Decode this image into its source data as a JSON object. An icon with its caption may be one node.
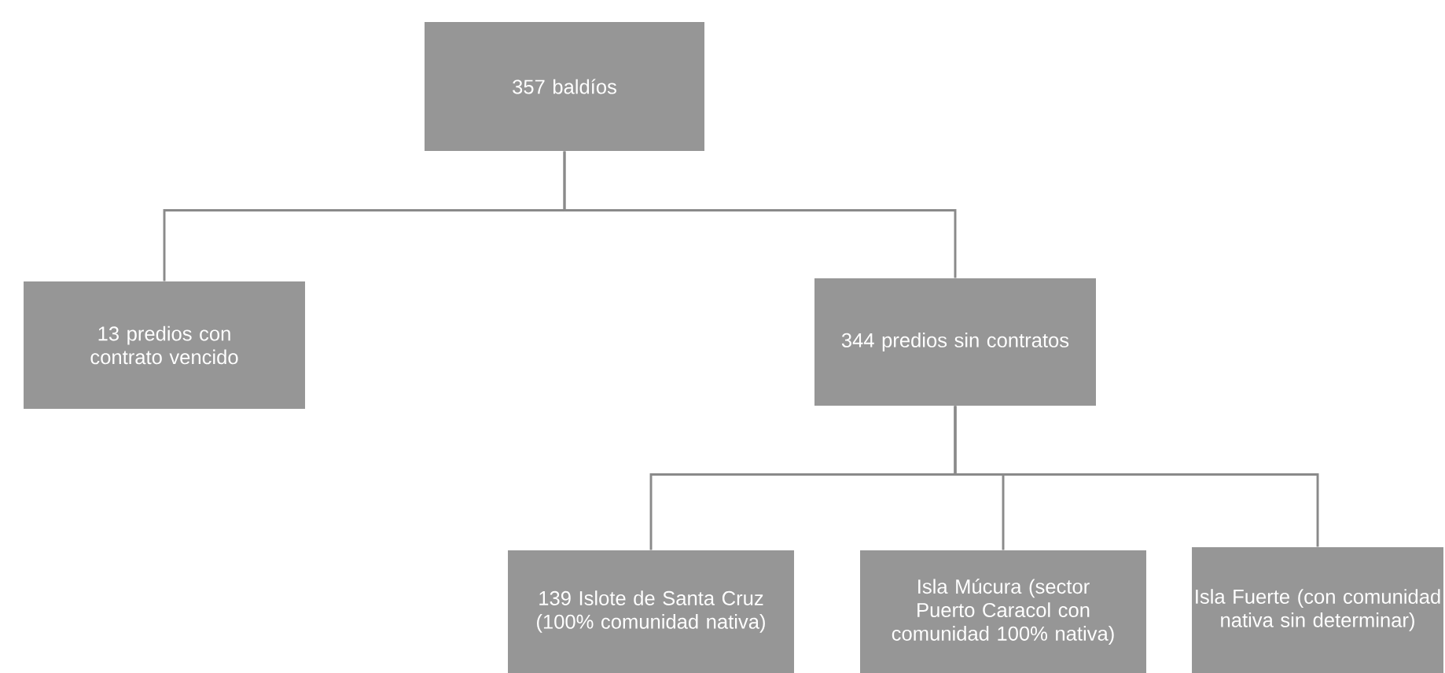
{
  "diagram": {
    "nodes": [
      {
        "text": [
          "357 baldíos"
        ]
      },
      {
        "text": [
          "13 predios con contrato vencido"
        ]
      },
      {
        "text": [
          "344 predios sin contratos"
        ]
      },
      {
        "text": [
          "139 Islote de Santa Cruz (100% comunidad nativa)"
        ]
      },
      {
        "text": [
          "Isla Múcura (sector Puerto Caracol con comunidad 100% nativa)"
        ]
      },
      {
        "text": [
          "Isla Fuerte (con comunidad nativa sin determinar)"
        ]
      }
    ],
    "edges": [
      {
        "from": 0,
        "to": 1,
        "arrow": "none"
      },
      {
        "from": 0,
        "to": 2,
        "arrow": "none"
      },
      {
        "from": 2,
        "to": 3,
        "arrow": "none"
      },
      {
        "from": 2,
        "to": 4,
        "arrow": "none"
      },
      {
        "from": 2,
        "to": 5,
        "arrow": "none"
      }
    ]
  }
}
